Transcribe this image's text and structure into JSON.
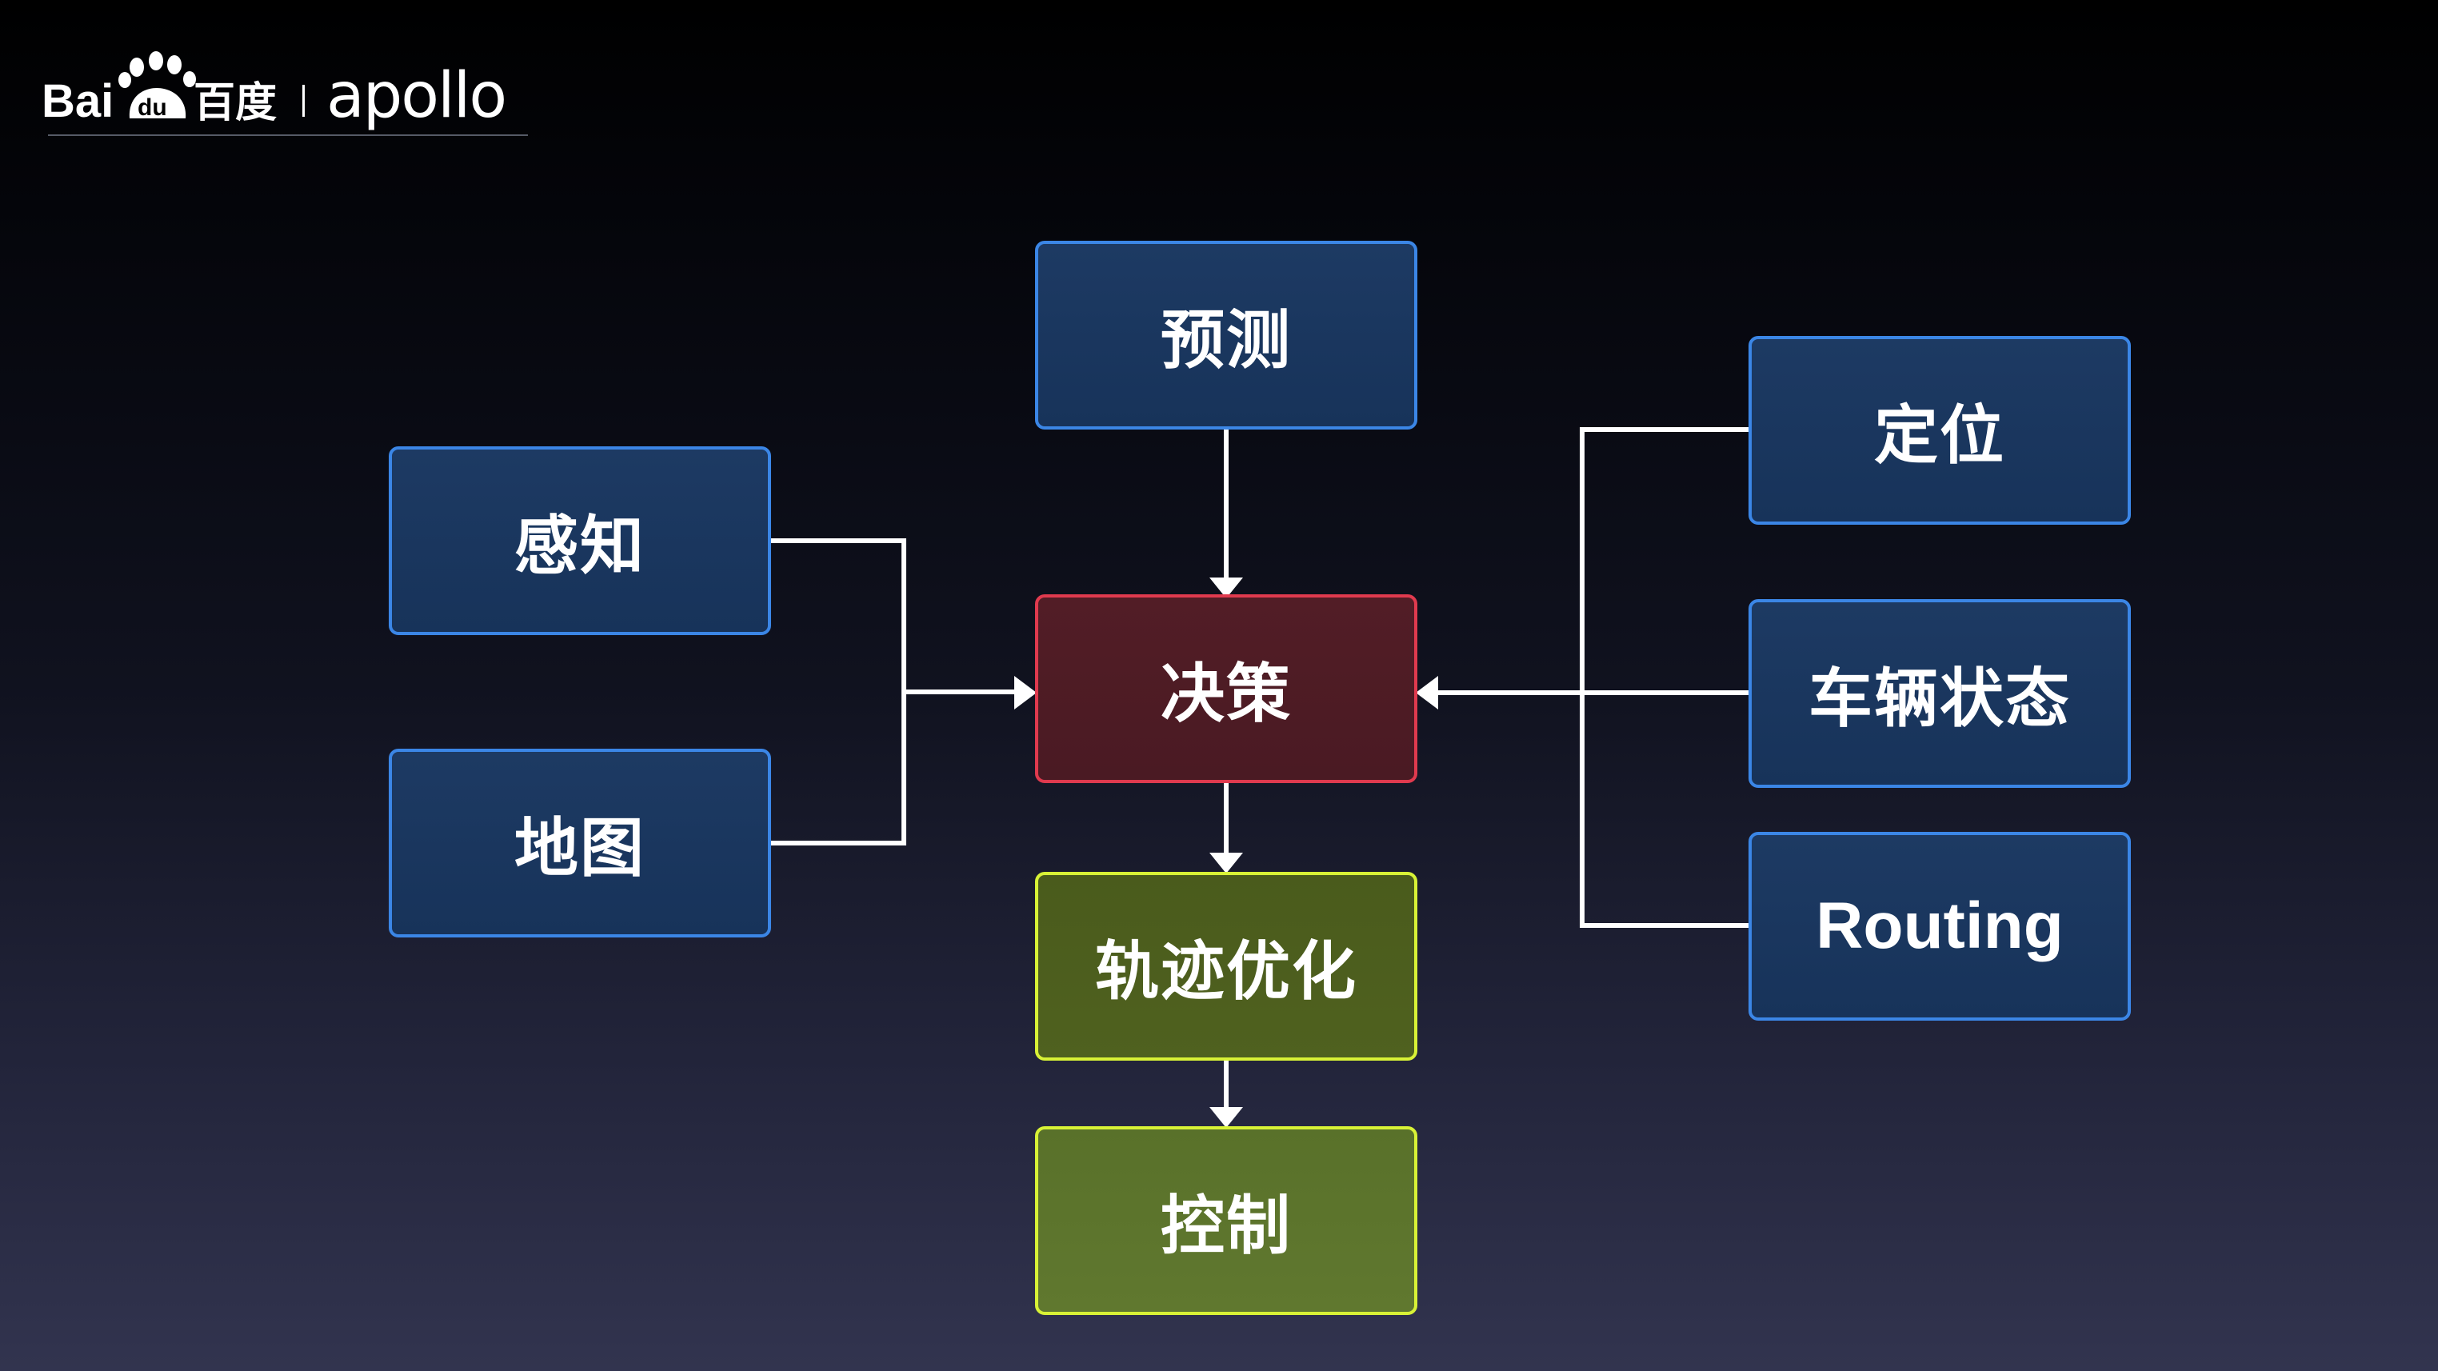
{
  "logo": {
    "baidu_text": "Bai",
    "du_text": "du",
    "baidu_cn": "百度",
    "apollo_text": "apollo"
  },
  "nodes": {
    "predict": "预测",
    "perceive": "感知",
    "map": "地图",
    "decide": "决策",
    "trajectory": "轨迹优化",
    "control": "控制",
    "locate": "定位",
    "vehicle_state": "车辆状态",
    "routing": "Routing"
  },
  "colors": {
    "blue_border": "#3b86e6",
    "red_border": "#e03a4e",
    "green_border": "#d8f236",
    "connector": "#ffffff"
  }
}
